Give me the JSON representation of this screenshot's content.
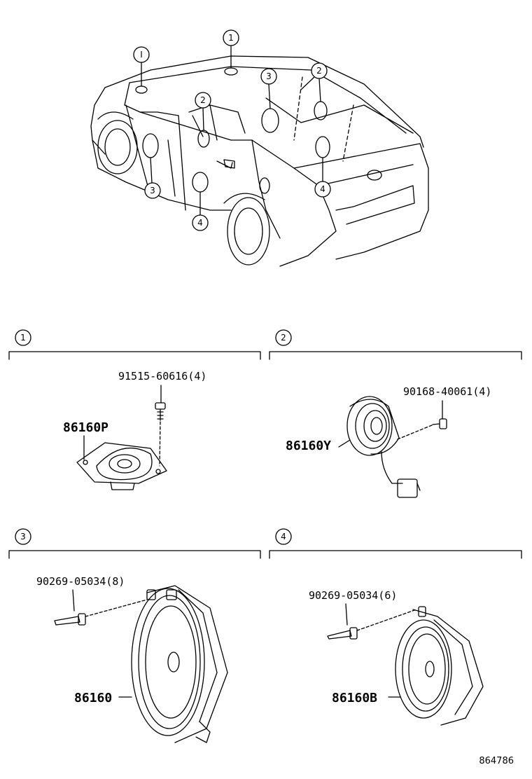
{
  "car_callouts": {
    "c1_top": "1",
    "c1_left": "I",
    "c2_mid": "2",
    "c2_right": "2",
    "c3_left": "3",
    "c3_mid": "3",
    "c4_left": "4",
    "c4_right": "4"
  },
  "sections": [
    {
      "num": "1",
      "fastener": "91515-60616(4)",
      "part": "86160P"
    },
    {
      "num": "2",
      "fastener": "90168-40061(4)",
      "part": "86160Y"
    },
    {
      "num": "3",
      "fastener": "90269-05034(8)",
      "part": "86160"
    },
    {
      "num": "4",
      "fastener": "90269-05034(6)",
      "part": "86160B"
    }
  ],
  "diagram_ref": "864786"
}
